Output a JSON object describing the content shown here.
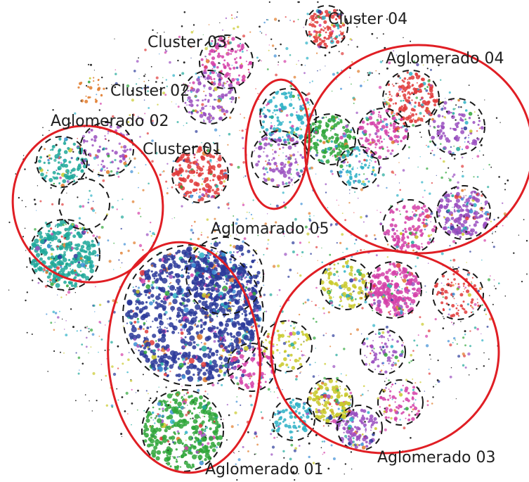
{
  "labels": {
    "cluster_01": "Cluster 01",
    "cluster_02": "Cluster 02",
    "cluster_03": "Cluster 03",
    "cluster_04": "Cluster 04",
    "aglomerado_01": "Aglomerado 01",
    "aglomerado_02": "Aglomerado 02",
    "aglomerado_03": "Aglomerado 03",
    "aglomerado_04": "Aglomerado 04",
    "aglomerado_05": "Aglomarado 05"
  },
  "colors": {
    "outline": "#e01e24",
    "dashed": "#1a1a1a",
    "background": "#ffffff",
    "node_palette": [
      "#2b3a9a",
      "#1fa89a",
      "#2fa63a",
      "#d43fa8",
      "#e03a3a",
      "#c9c92a",
      "#2bb0c6",
      "#9a4fc0",
      "#e07a2a",
      "#3d8fd6"
    ]
  }
}
